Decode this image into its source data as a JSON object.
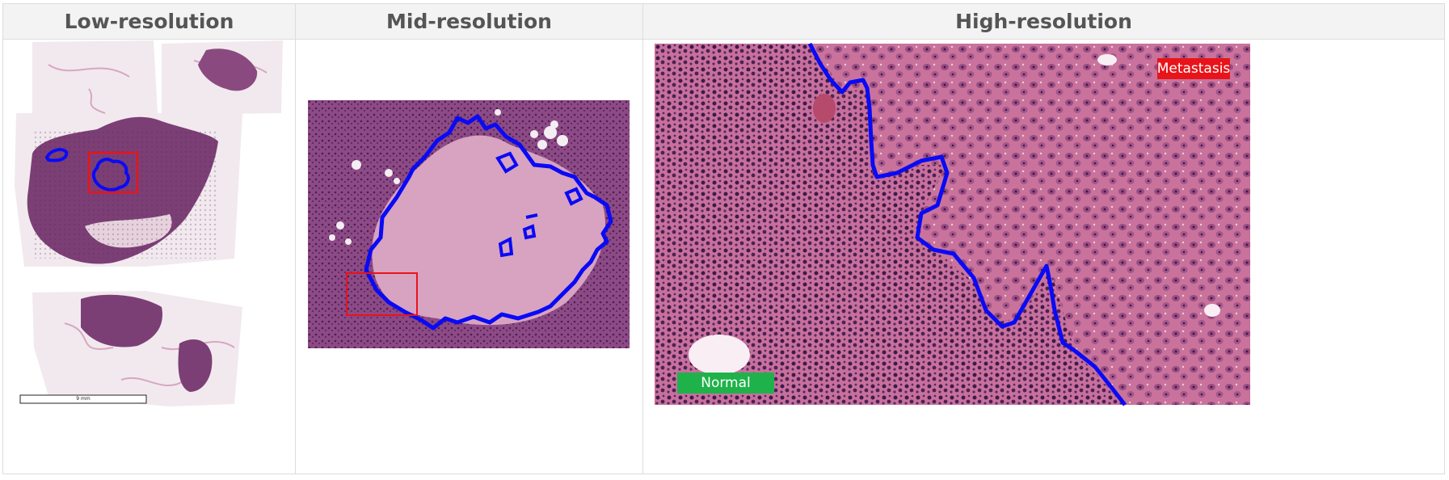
{
  "columns": {
    "low": "Low-resolution",
    "mid": "Mid-resolution",
    "high": "High-resolution"
  },
  "low_panel": {
    "scale_bar_label": "9 mm"
  },
  "high_panel": {
    "metastasis_label": "Metastasis",
    "normal_label": "Normal"
  },
  "colors": {
    "tumor_boundary": "#0a0af5",
    "roi_box": "#e8141a",
    "metastasis_badge": "#e8141a",
    "normal_badge": "#1fb24a",
    "tissue_dark": "#7b3f75",
    "tissue_light": "#d9a0bf"
  }
}
